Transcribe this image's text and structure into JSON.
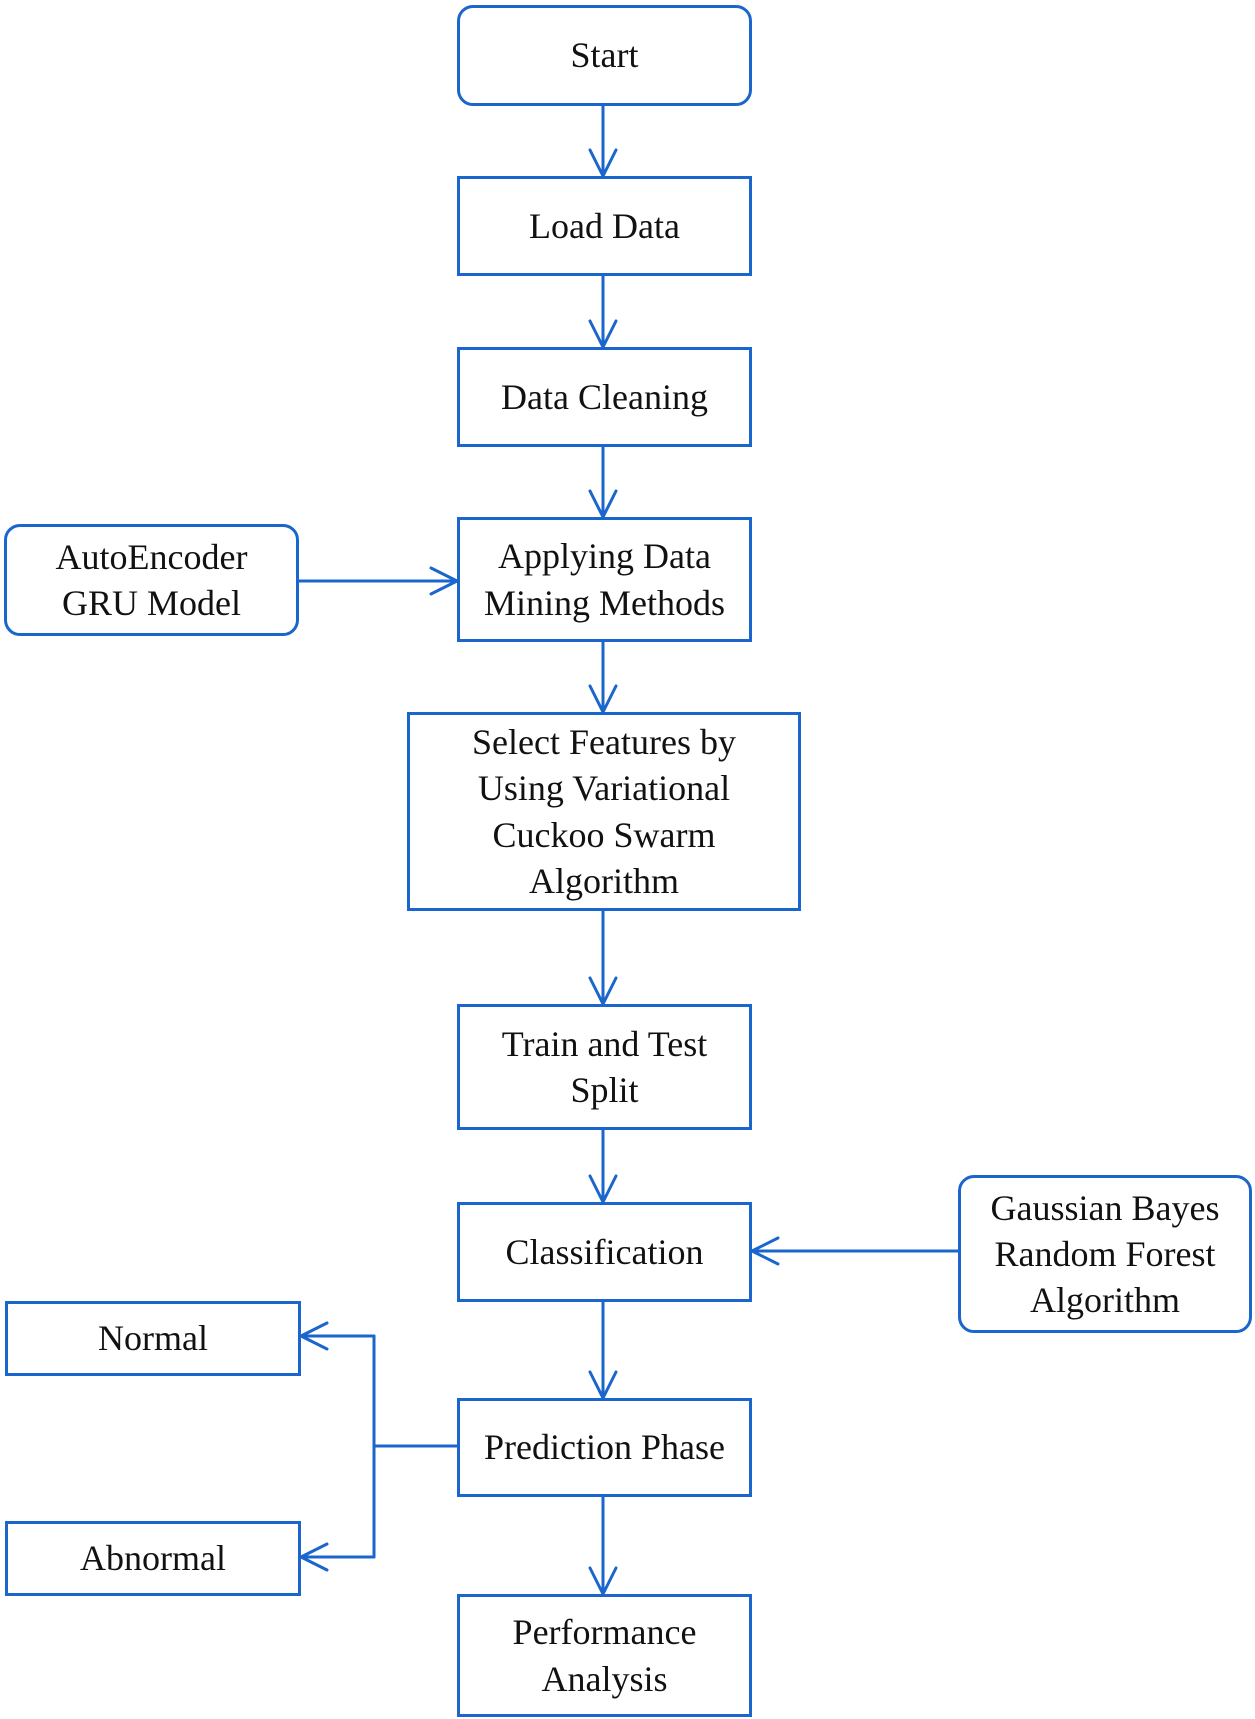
{
  "colors": {
    "stroke": "#1b66cc",
    "text": "#111111",
    "background": "#ffffff"
  },
  "nodes": {
    "start": {
      "lines": [
        "Start"
      ]
    },
    "load_data": {
      "lines": [
        "Load Data"
      ]
    },
    "data_cleaning": {
      "lines": [
        "Data Cleaning"
      ]
    },
    "autoencoder": {
      "lines": [
        "AutoEncoder",
        "GRU Model"
      ]
    },
    "data_mining": {
      "lines": [
        "Applying Data",
        "Mining Methods"
      ]
    },
    "select_features": {
      "lines": [
        "Select Features by",
        "Using Variational",
        "Cuckoo Swarm",
        "Algorithm"
      ]
    },
    "train_test": {
      "lines": [
        "Train and Test",
        "Split"
      ]
    },
    "classification": {
      "lines": [
        "Classification"
      ]
    },
    "classifiers": {
      "lines": [
        "Gaussian Bayes",
        "Random Forest",
        "Algorithm"
      ]
    },
    "normal": {
      "lines": [
        "Normal"
      ]
    },
    "prediction": {
      "lines": [
        "Prediction Phase"
      ]
    },
    "abnormal": {
      "lines": [
        "Abnormal"
      ]
    },
    "performance": {
      "lines": [
        "Performance",
        "Analysis"
      ]
    }
  }
}
